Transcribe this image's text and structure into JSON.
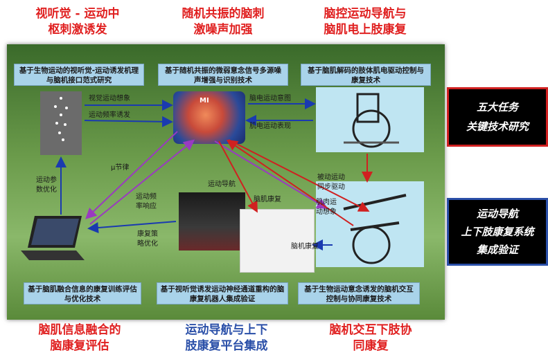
{
  "top_captions": [
    {
      "line1": "视听觉 - 运动中",
      "line2": "枢刺激诱发"
    },
    {
      "line1": "随机共振的脑刺",
      "line2": "激噪声加强"
    },
    {
      "line1": "脑控运动导航与",
      "line2": "脑肌电上肢康复"
    }
  ],
  "bottom_captions": [
    {
      "line1": "脑肌信息融合的",
      "line2": "脑康复评估"
    },
    {
      "line1": "运动导航与上下",
      "line2": "肢康复平台集成"
    },
    {
      "line1": "脑机交互下肢协",
      "line2": "同康复"
    }
  ],
  "boxes": {
    "top_left": "基于生物运动的视听觉-运动诱发机理与脑机接口范式研究",
    "top_mid": "基于随机共振的微弱意念信号多源噪声增强与识别技术",
    "top_right": "基于脑肌解码的肢体肌电驱动控制与康复技术",
    "bottom_left": "基于脑肌融合信息的康复训练评估与优化技术",
    "bottom_mid": "基于视听觉诱发运动神经通道重构的脑康复机器人集成验证",
    "bottom_right": "基于生物运动意念诱发的脑机交互控制与协同康复技术"
  },
  "labels": {
    "visual_motion": "视觉运动想象",
    "motion_freq": "运动频率诱发",
    "motion_param_1": "运动参",
    "motion_param_2": "数优化",
    "mu_rhythm": "μ节律",
    "motion_freq_resp_1": "运动频",
    "motion_freq_resp_2": "率响应",
    "eeg_intent": "脑电运动意图",
    "emg_perf": "肌电运动表现",
    "motion_nav": "运动导航",
    "brain_muscle_rehab": "脑肌康复",
    "passive_1": "被动运动",
    "passive_2": "同步驱动",
    "muscle_1": "肌肉运",
    "muscle_2": "动想象",
    "rehab_strat_1": "康复策",
    "rehab_strat_2": "略优化",
    "brain_rehab": "脑机康复",
    "mi": "MI"
  },
  "side_boxes": [
    {
      "line1": "五大任务",
      "line2": "关键技术研究"
    },
    {
      "line1": "运动导航",
      "line2": "上下肢康复系统",
      "line3": "集成验证"
    }
  ],
  "colors": {
    "caption_red": "#e02020",
    "caption_blue": "#2a4fa8",
    "box_bg": "#a9d3ea",
    "side_border_1": "#d02020",
    "side_border_2": "#2a4fa8"
  }
}
